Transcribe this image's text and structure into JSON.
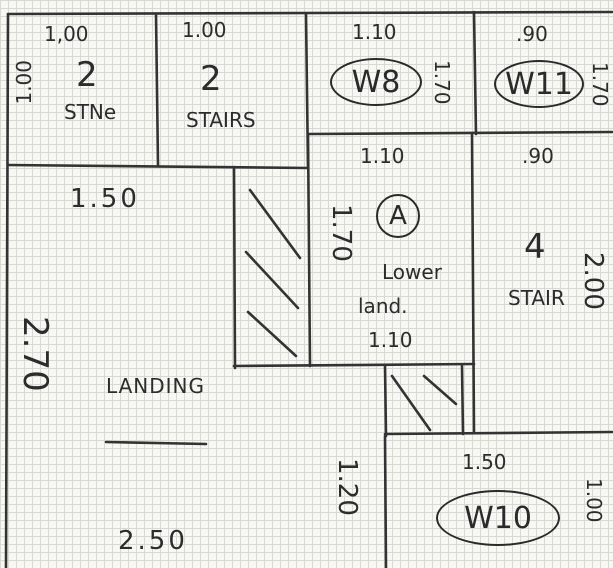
{
  "rooms": {
    "stair_left": {
      "top": "1,00",
      "side": "1.00",
      "number": "2",
      "label": "STNe"
    },
    "stairs_2": {
      "top": "1.00",
      "number": "2",
      "label": "STAIRS"
    },
    "w8": {
      "top": "1.10",
      "code": "W8",
      "side": "1.70"
    },
    "w11": {
      "top": ".90",
      "code": "W11",
      "side": "1.70"
    },
    "lower_landing": {
      "top": "1.10",
      "side": "1.70",
      "tag": "A",
      "label_line1": "Lower",
      "label_line2": "land.",
      "bottom": "1.10"
    },
    "stair_4": {
      "top": ".90",
      "number": "4",
      "label": "STAIR",
      "side": "2.00"
    },
    "landing": {
      "top": "1.50",
      "side": "2.70",
      "label": "LANDING",
      "bottom": "2.50"
    },
    "w10": {
      "top": "1.50",
      "side_left": "1.20",
      "code": "W10",
      "side_right": "1.00"
    }
  }
}
